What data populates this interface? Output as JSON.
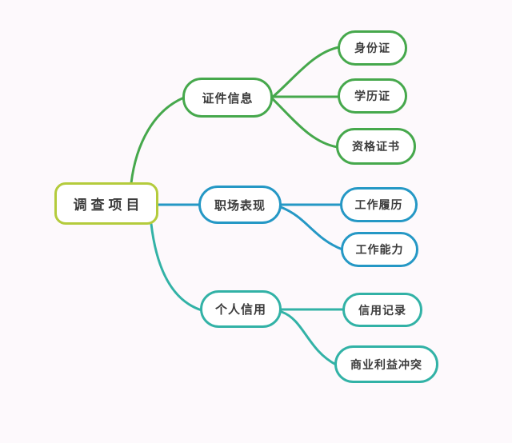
{
  "diagram": {
    "type": "mindmap",
    "background": "#fdf9fc",
    "node_fill": "#ffffff",
    "text_color": "#3c3c3c",
    "root": {
      "label": "调查项目",
      "color": "#b4cb3c"
    },
    "branches": [
      {
        "label": "证件信息",
        "color": "#46a84c",
        "children": [
          {
            "label": "身份证"
          },
          {
            "label": "学历证"
          },
          {
            "label": "资格证书"
          }
        ]
      },
      {
        "label": "职场表现",
        "color": "#2598c5",
        "children": [
          {
            "label": "工作履历"
          },
          {
            "label": "工作能力"
          }
        ]
      },
      {
        "label": "个人信用",
        "color": "#32b2a6",
        "children": [
          {
            "label": "信用记录"
          },
          {
            "label": "商业利益冲突"
          }
        ]
      }
    ]
  }
}
